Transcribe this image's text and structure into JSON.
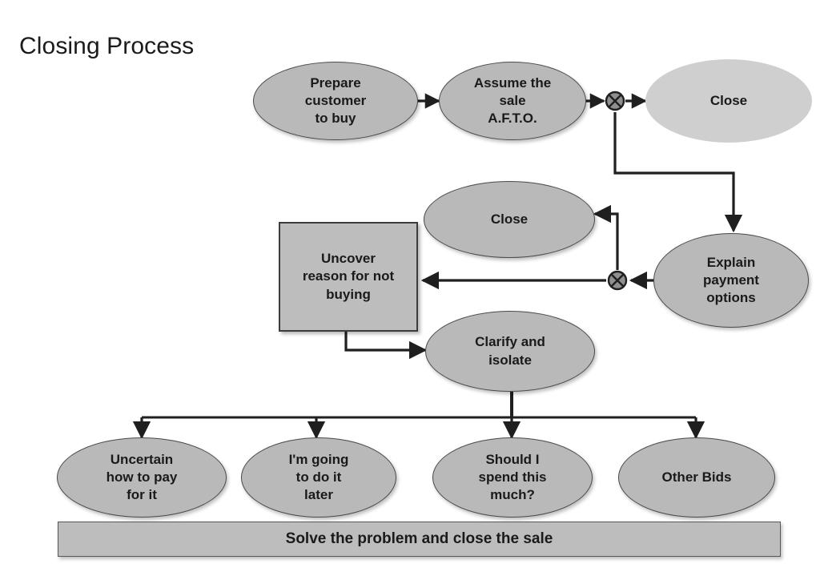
{
  "title": "Closing Process",
  "colors": {
    "node_fill": "#b9b9b9",
    "node_fill_light": "#cfcfcf",
    "node_stroke": "#4a4a4a",
    "rect_fill": "#bdbdbd",
    "rect_stroke": "#3c3c3c",
    "wire": "#1f1f1f",
    "text": "#1a1a1a",
    "background": "#ffffff"
  },
  "diagram": {
    "type": "flowchart",
    "nodes": [
      {
        "id": "prepare",
        "label": "Prepare customer to buy",
        "shape": "ellipse"
      },
      {
        "id": "assume",
        "label": "Assume the sale A.F.T.O.",
        "shape": "ellipse"
      },
      {
        "id": "close-top",
        "label": "Close",
        "shape": "ellipse-light"
      },
      {
        "id": "explain",
        "label": "Explain payment options",
        "shape": "ellipse"
      },
      {
        "id": "close-mid",
        "label": "Close",
        "shape": "ellipse"
      },
      {
        "id": "uncover",
        "label": "Uncover reason for not buying",
        "shape": "rectangle"
      },
      {
        "id": "clarify",
        "label": "Clarify and isolate",
        "shape": "ellipse"
      },
      {
        "id": "uncertain",
        "label": "Uncertain how to pay for it",
        "shape": "ellipse"
      },
      {
        "id": "later",
        "label": "I'm going to do it later",
        "shape": "ellipse"
      },
      {
        "id": "spend",
        "label": "Should I spend this much?",
        "shape": "ellipse"
      },
      {
        "id": "other-bids",
        "label": "Other Bids",
        "shape": "ellipse"
      },
      {
        "id": "solve",
        "label": "Solve the problem and close the sale",
        "shape": "bar"
      }
    ],
    "junctions": [
      {
        "id": "junction-top",
        "name": "decision-junction-x"
      },
      {
        "id": "junction-middle",
        "name": "decision-junction-x"
      }
    ],
    "edges": [
      {
        "from": "prepare",
        "to": "assume"
      },
      {
        "from": "assume",
        "to": "junction-top"
      },
      {
        "from": "junction-top",
        "to": "close-top"
      },
      {
        "from": "junction-top",
        "to": "explain"
      },
      {
        "from": "explain",
        "to": "junction-middle"
      },
      {
        "from": "junction-middle",
        "to": "close-mid"
      },
      {
        "from": "junction-middle",
        "to": "uncover"
      },
      {
        "from": "uncover",
        "to": "clarify"
      },
      {
        "from": "clarify",
        "to": "uncertain"
      },
      {
        "from": "clarify",
        "to": "later"
      },
      {
        "from": "clarify",
        "to": "spend"
      },
      {
        "from": "clarify",
        "to": "other-bids"
      }
    ]
  },
  "labels": {
    "prepare": {
      "l1": "Prepare",
      "l2": "customer",
      "l3": "to buy"
    },
    "assume": {
      "l1": "Assume the",
      "l2": "sale",
      "l3": "A.F.T.O."
    },
    "close_top": {
      "l1": "Close"
    },
    "explain": {
      "l1": "Explain",
      "l2": "payment",
      "l3": "options"
    },
    "close_mid": {
      "l1": "Close"
    },
    "uncover": {
      "l1": "Uncover",
      "l2": "reason for not",
      "l3": "buying"
    },
    "clarify": {
      "l1": "Clarify and",
      "l2": "isolate"
    },
    "uncertain": {
      "l1": "Uncertain",
      "l2": "how to pay",
      "l3": "for it"
    },
    "later": {
      "l1": "I'm going",
      "l2": "to do it",
      "l3": "later"
    },
    "spend": {
      "l1": "Should I",
      "l2": "spend this",
      "l3": "much?"
    },
    "other_bids": {
      "l1": "Other Bids"
    },
    "solve": {
      "l1": "Solve the problem and close the sale"
    }
  }
}
